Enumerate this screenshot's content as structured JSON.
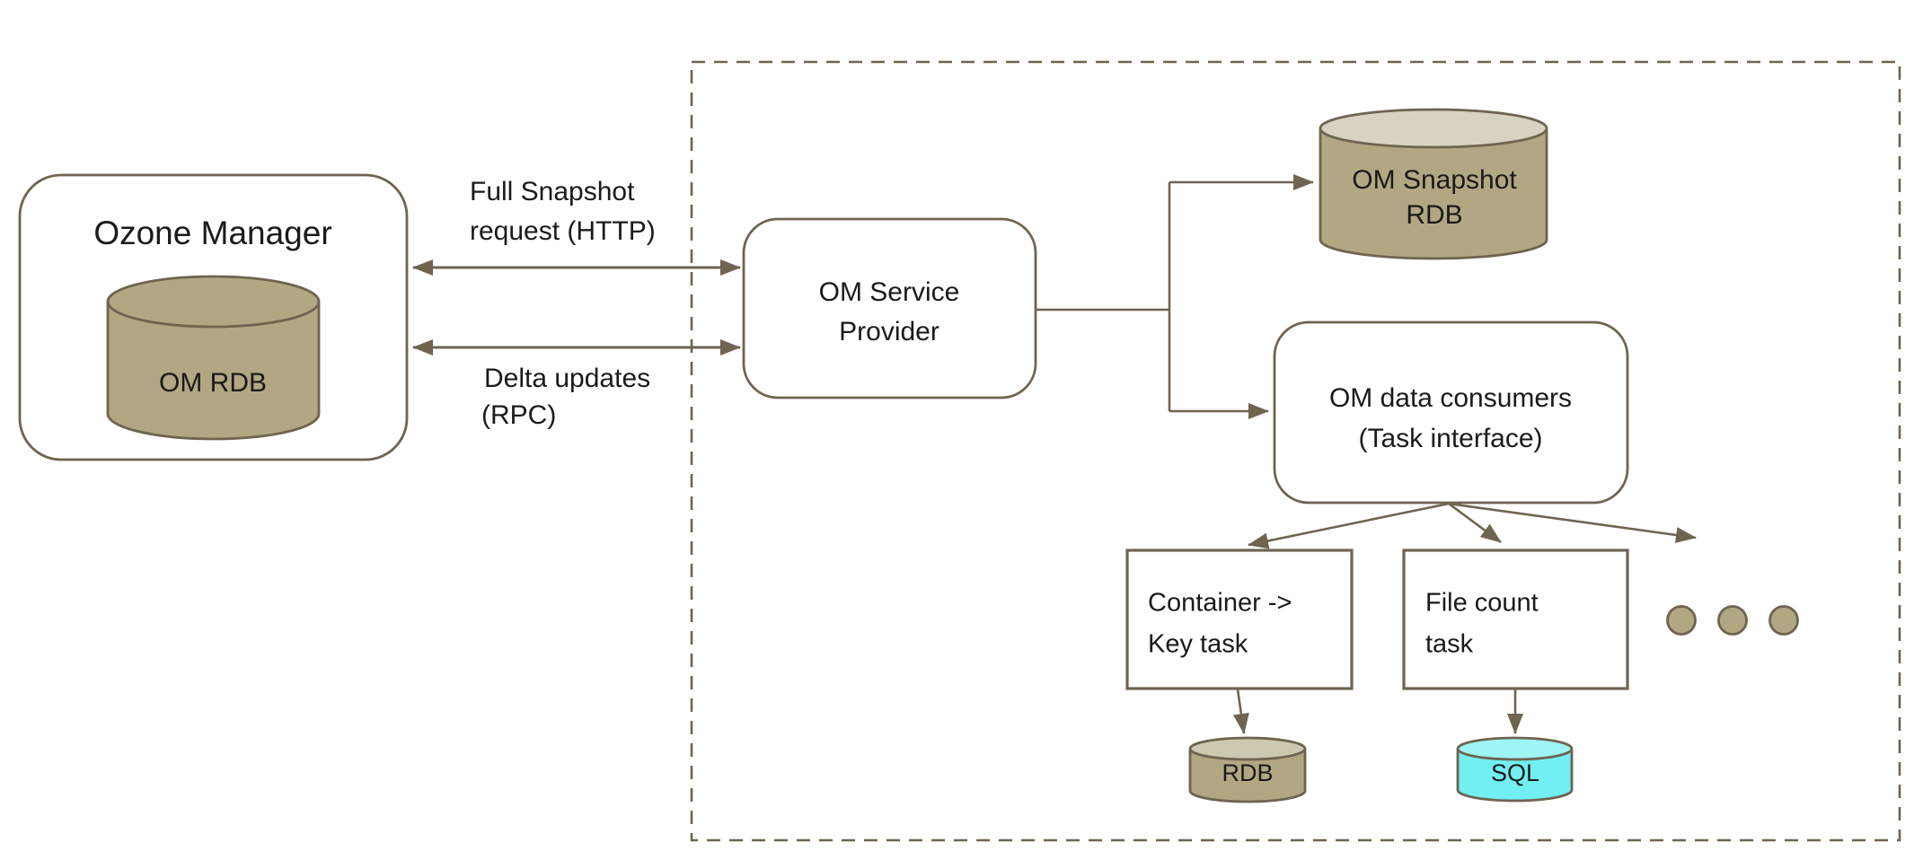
{
  "colors": {
    "stroke": "#6e6450",
    "tan_fill": "#b2a783",
    "snapshot_top_fill": "#d8d3c0",
    "small_rdb_top_fill": "#cdc8b0",
    "cyan_fill": "#71eff2",
    "cyan_top_fill": "#9ef5f6",
    "text": "#1a1a1a"
  },
  "nodes": {
    "ozone_manager": {
      "title": "Ozone Manager"
    },
    "om_rdb": {
      "label": "OM RDB"
    },
    "om_service_provider": {
      "line1": "OM Service",
      "line2": "Provider"
    },
    "om_snapshot_rdb": {
      "line1": "OM Snapshot",
      "line2": "RDB"
    },
    "om_data_consumers": {
      "line1": "OM data consumers",
      "line2": "(Task interface)"
    },
    "container_key_task": {
      "line1": "Container ->",
      "line2": "Key task"
    },
    "file_count_task": {
      "line1": "File count",
      "line2": "task"
    },
    "rdb": {
      "label": "RDB"
    },
    "sql": {
      "label": "SQL"
    }
  },
  "edges": {
    "full_snapshot": {
      "line1": "Full Snapshot",
      "line2": "request (HTTP)"
    },
    "delta_updates": {
      "line1": "Delta updates",
      "line2": "(RPC)"
    }
  }
}
